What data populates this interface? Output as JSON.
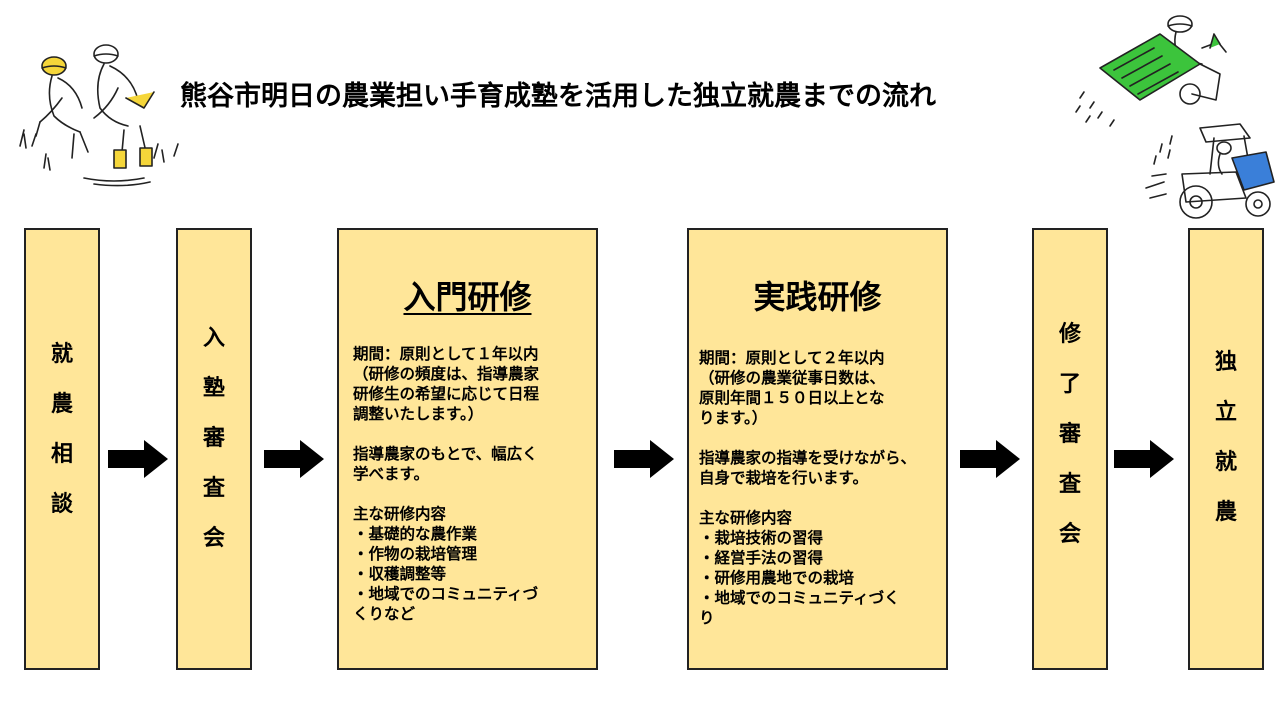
{
  "title": "熊谷市明日の農業担い手育成塾を活用した独立就農までの流れ",
  "colors": {
    "box_fill": "#ffe699",
    "box_border": "#222222",
    "arrow": "#000000"
  },
  "steps": [
    {
      "id": "consultation",
      "label": [
        "就",
        "農",
        "相",
        "談"
      ]
    },
    {
      "id": "entry-review",
      "label": [
        "入",
        "塾",
        "審",
        "査",
        "会"
      ]
    },
    {
      "id": "intro-training",
      "heading": "入門研修",
      "body": "期間：原則として１年以内\n（研修の頻度は、指導農家\n研修生の希望に応じて日程\n調整いたします。）\n\n指導農家のもとで、幅広く\n学べます。\n\n主な研修内容\n・基礎的な農作業\n・作物の栽培管理\n・収穫調整等\n・地域でのコミュニティづ\nくりなど"
    },
    {
      "id": "practical-training",
      "heading": "実践研修",
      "body": "期間：原則として２年以内\n（研修の農業従事日数は、\n原則年間１５０日以上とな\nります。）\n\n指導農家の指導を受けながら、\n自身で栽培を行います。\n\n主な研修内容\n・栽培技術の習得\n・経営手法の習得\n・研修用農地での栽培\n・地域でのコミュニティづく\nり"
    },
    {
      "id": "completion-review",
      "label": [
        "修",
        "了",
        "審",
        "査",
        "会"
      ]
    },
    {
      "id": "independent-farming",
      "label": [
        "独",
        "立",
        "就",
        "農"
      ]
    }
  ],
  "icons": {
    "arrow": "right-arrow-icon",
    "left_illustration": "farmers-planting-illustration",
    "right_top_illustration": "rice-transplanter-illustration",
    "right_bottom_illustration": "tractor-illustration"
  }
}
